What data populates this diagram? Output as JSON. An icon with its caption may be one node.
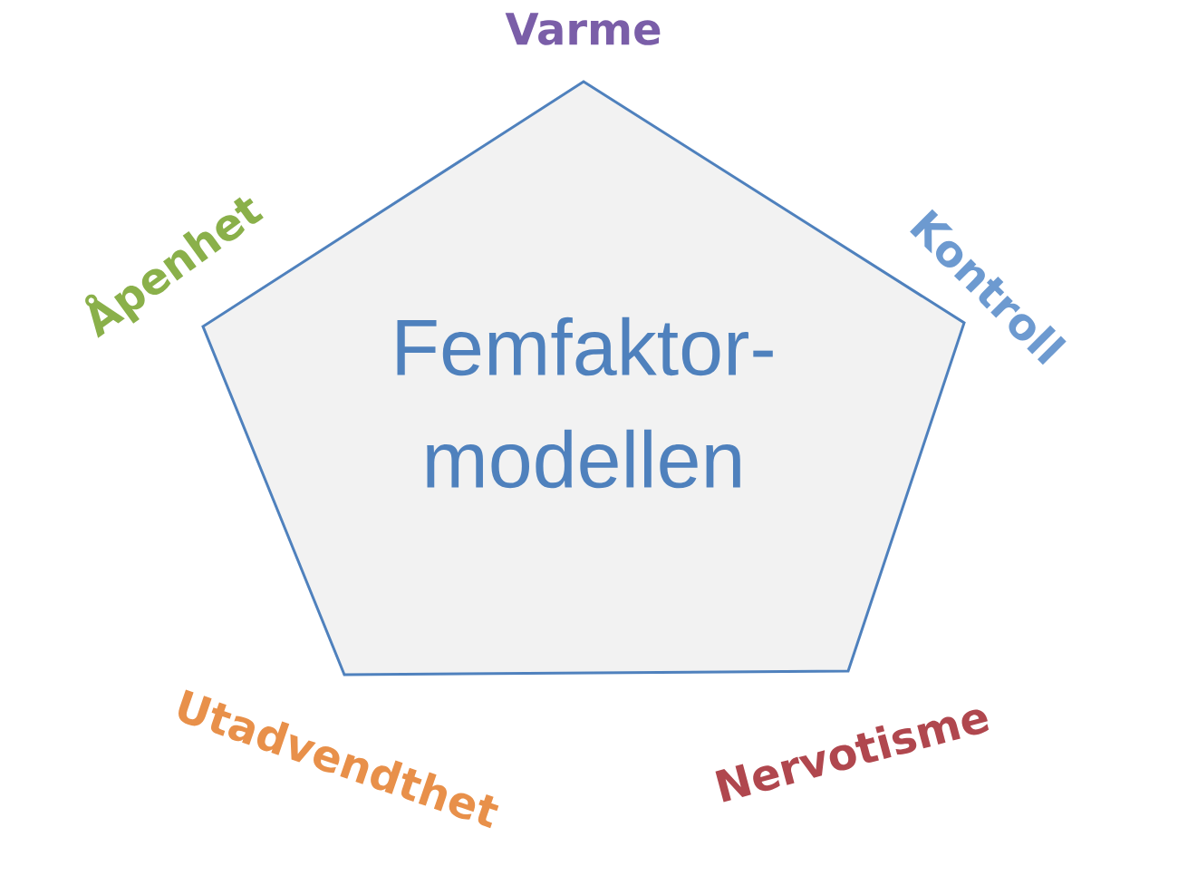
{
  "diagram": {
    "nodes": [
      {
        "text": [
          "Femfaktor- modellen"
        ]
      }
    ],
    "labels": [
      "Varme",
      "Kontroll",
      "Åpenhet",
      "Utadvendthet",
      "Nervotisme"
    ]
  }
}
